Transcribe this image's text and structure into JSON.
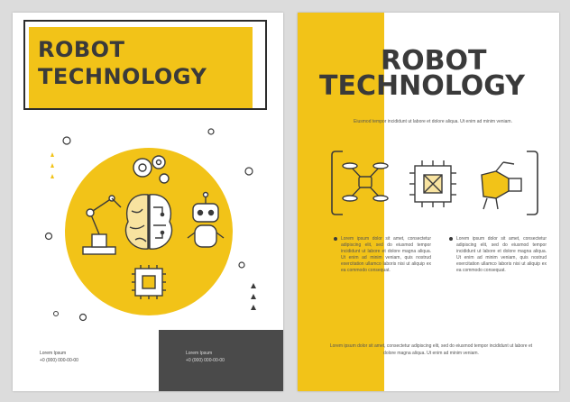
{
  "colors": {
    "accent": "#f2c318",
    "dark": "#4a4a4a",
    "ink": "#3a3a3a"
  },
  "left_page": {
    "title_line1": "ROBOT",
    "title_line2": "TECHNOLOGY",
    "contact_name": "Lorem Ipsum",
    "contact_phone": "+0 (000) 000-00-00",
    "dark_contact_name": "Lorem Ipsum",
    "dark_contact_phone": "+0 (000) 000-00-00",
    "icons": [
      "gears-icon",
      "robot-arm-icon",
      "brain-circuit-icon",
      "robot-icon",
      "microchip-icon"
    ]
  },
  "right_page": {
    "title_line1": "ROBOT",
    "title_line2": "TECHNOLOGY",
    "subtitle": "Eiusmod tempor incididunt ut labore et dolore aliqua. Ut enim ad minim veniam.",
    "icons": [
      "drone-icon",
      "microchip-icon",
      "robot-hand-icon"
    ],
    "col1": "Lorem ipsum dolor sit amet, consectetur adipiscing elit, sed do eiusmod tempor incididunt ut labore et dolore magna aliqua. Ut enim ad minim veniam, quis nostrud exercitation ullamco laboris nisi ut aliquip ex ea commodo consequat.",
    "col2": "Lorem ipsum dolor sit amet, consectetur adipiscing elit, sed do eiusmod tempor incididunt ut labore et dolore magna aliqua. Ut enim ad minim veniam, quis nostrud exercitation ullamco laboris nisi ut aliquip ex ea commodo consequat.",
    "footer": "Lorem ipsum dolor sit amet, consectetur adipiscing elit, sed do eiusmod tempor incididunt ut labore et dolore magna aliqua. Ut enim ad minim veniam."
  }
}
